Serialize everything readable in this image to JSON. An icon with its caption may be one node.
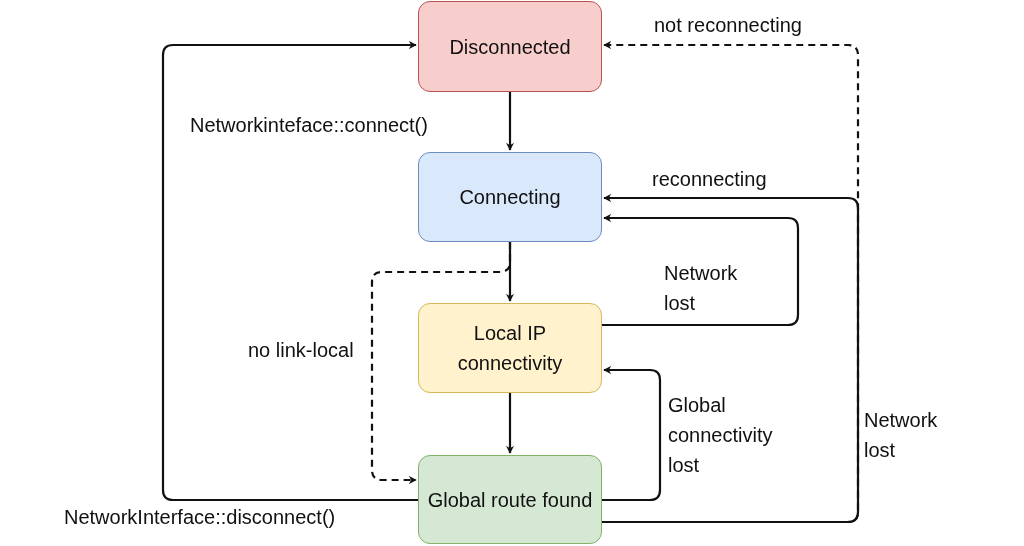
{
  "diagram": {
    "nodes": [
      {
        "text": [
          "Disconnected"
        ]
      },
      {
        "text": [
          "Connecting"
        ]
      },
      {
        "text": [
          "Local IP connectivity"
        ]
      },
      {
        "text": [
          "Global route found"
        ]
      }
    ],
    "edges": [
      {
        "from": 0,
        "to": 1,
        "arrow": "to",
        "label": "Networkinteface::connect()"
      },
      {
        "from": 1,
        "to": 2,
        "arrow": "to"
      },
      {
        "from": 1,
        "to": 3,
        "arrow": "to",
        "style": "dashed",
        "label": "no link-local"
      },
      {
        "from": 2,
        "to": 1,
        "arrow": "to",
        "label": "Network lost"
      },
      {
        "from": 2,
        "to": 3,
        "arrow": "to"
      },
      {
        "from": 3,
        "to": 2,
        "arrow": "to",
        "label": "Global connectivity lost"
      },
      {
        "from": 3,
        "to": 0,
        "arrow": "to",
        "label": "NetworkInterface::disconnect()"
      },
      {
        "from": 3,
        "to": 1,
        "arrow": "to",
        "label": "reconnecting"
      },
      {
        "from": 3,
        "to": 0,
        "arrow": "to",
        "style": "dashed",
        "label": "not reconnecting"
      }
    ],
    "labels": [
      "Network lost"
    ]
  }
}
